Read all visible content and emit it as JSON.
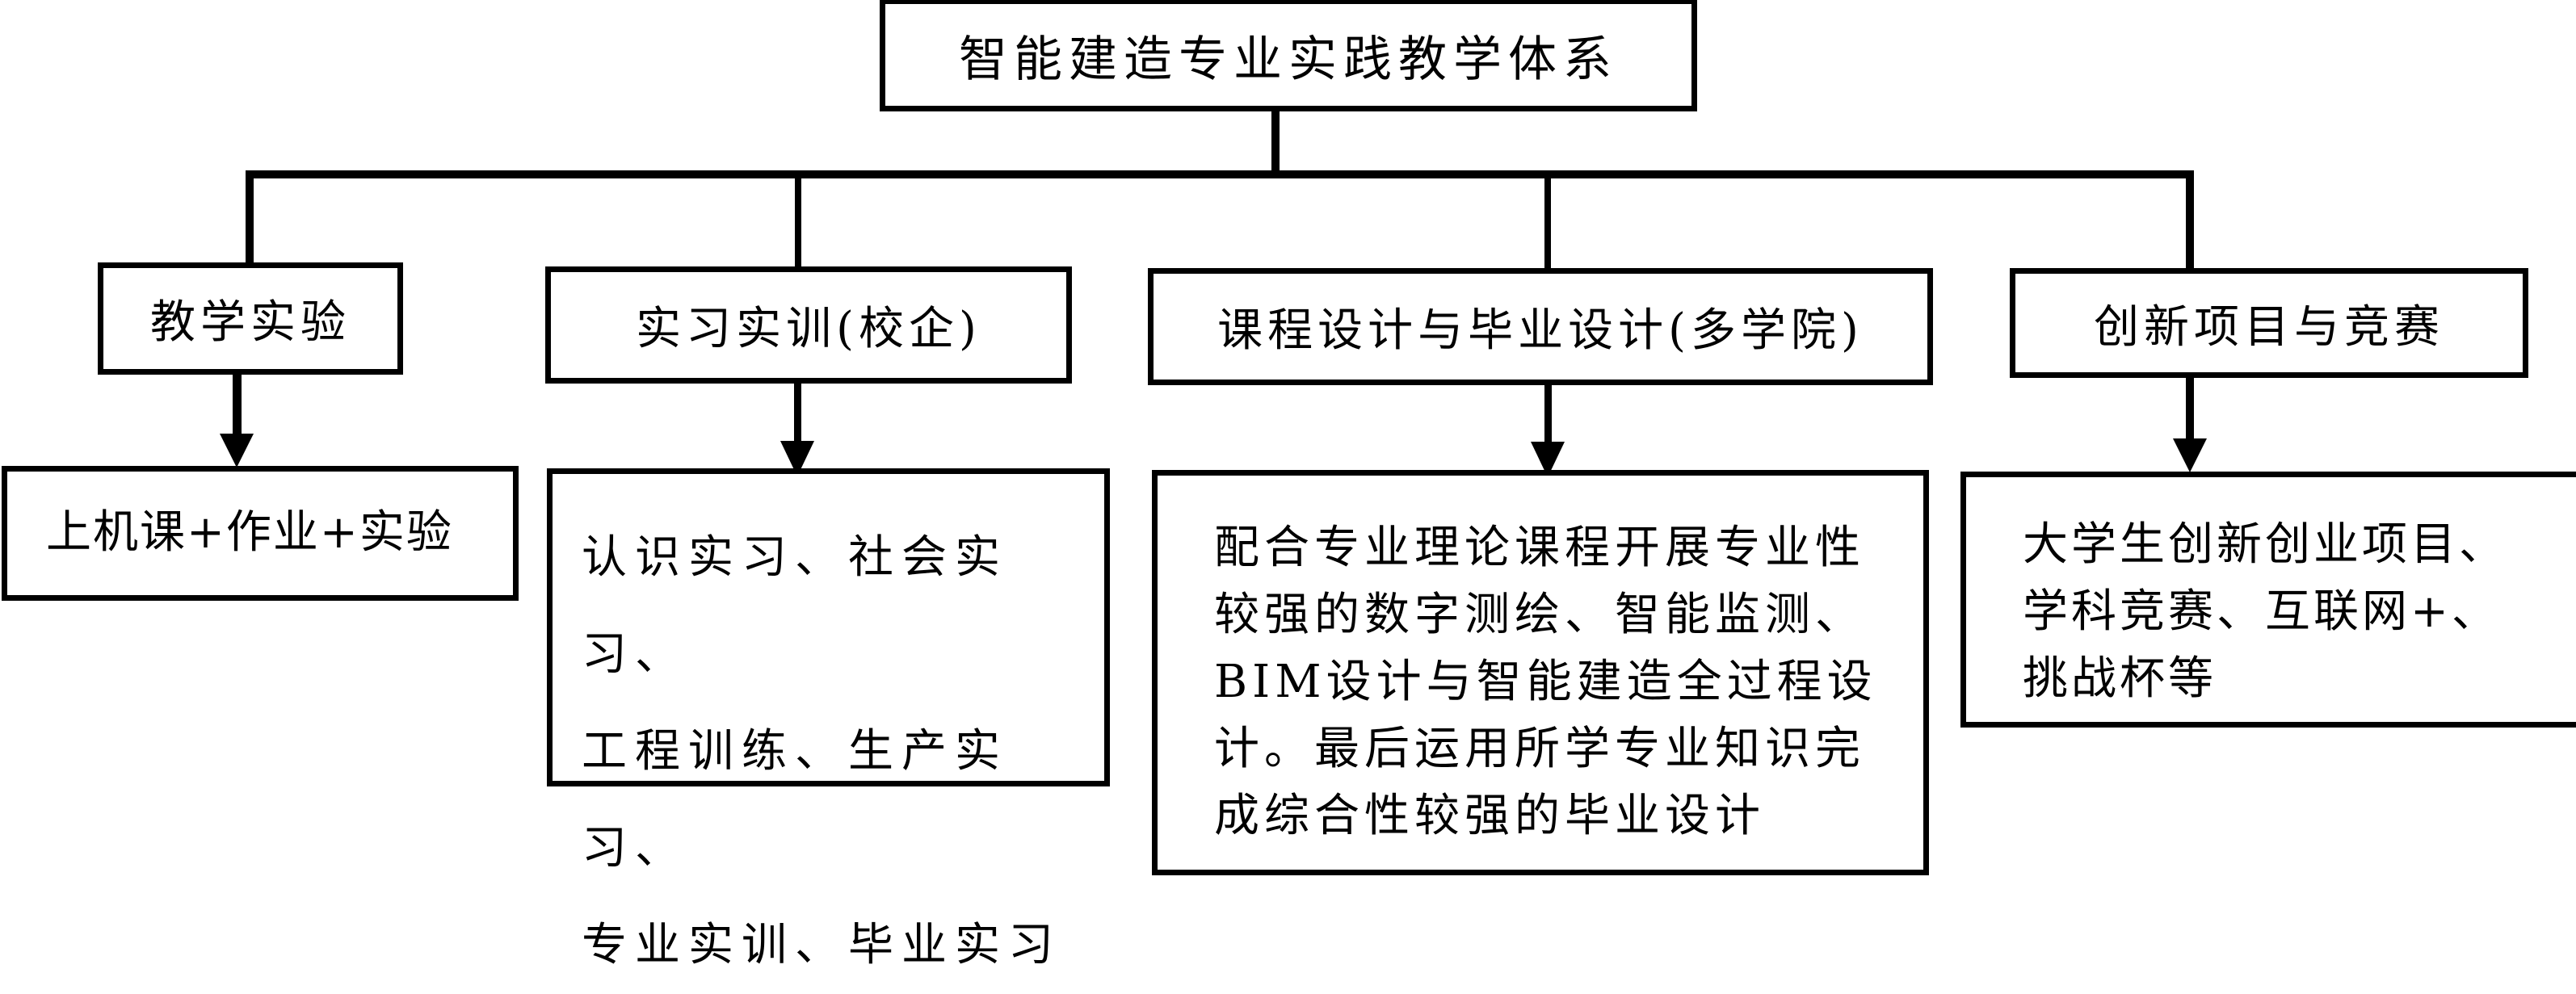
{
  "diagram": {
    "root": {
      "label": "智能建造专业实践教学体系"
    },
    "branches": [
      {
        "label": "教学实验",
        "detail": "上机课+作业+实验"
      },
      {
        "label": "实习实训(校企)",
        "detail": "认识实习、社会实习、\n工程训练、生产实习、\n专业实训、毕业实习"
      },
      {
        "label": "课程设计与毕业设计(多学院)",
        "detail": "配合专业理论课程开展专业性\n较强的数字测绘、智能监测、\nBIM设计与智能建造全过程设\n计。最后运用所学专业知识完\n成综合性较强的毕业设计"
      },
      {
        "label": "创新项目与竞赛",
        "detail": "大学生创新创业项目、\n学科竞赛、互联网+、\n挑战杯等"
      }
    ],
    "colors": {
      "stroke": "#000000",
      "background": "#ffffff",
      "text": "#000000"
    }
  }
}
